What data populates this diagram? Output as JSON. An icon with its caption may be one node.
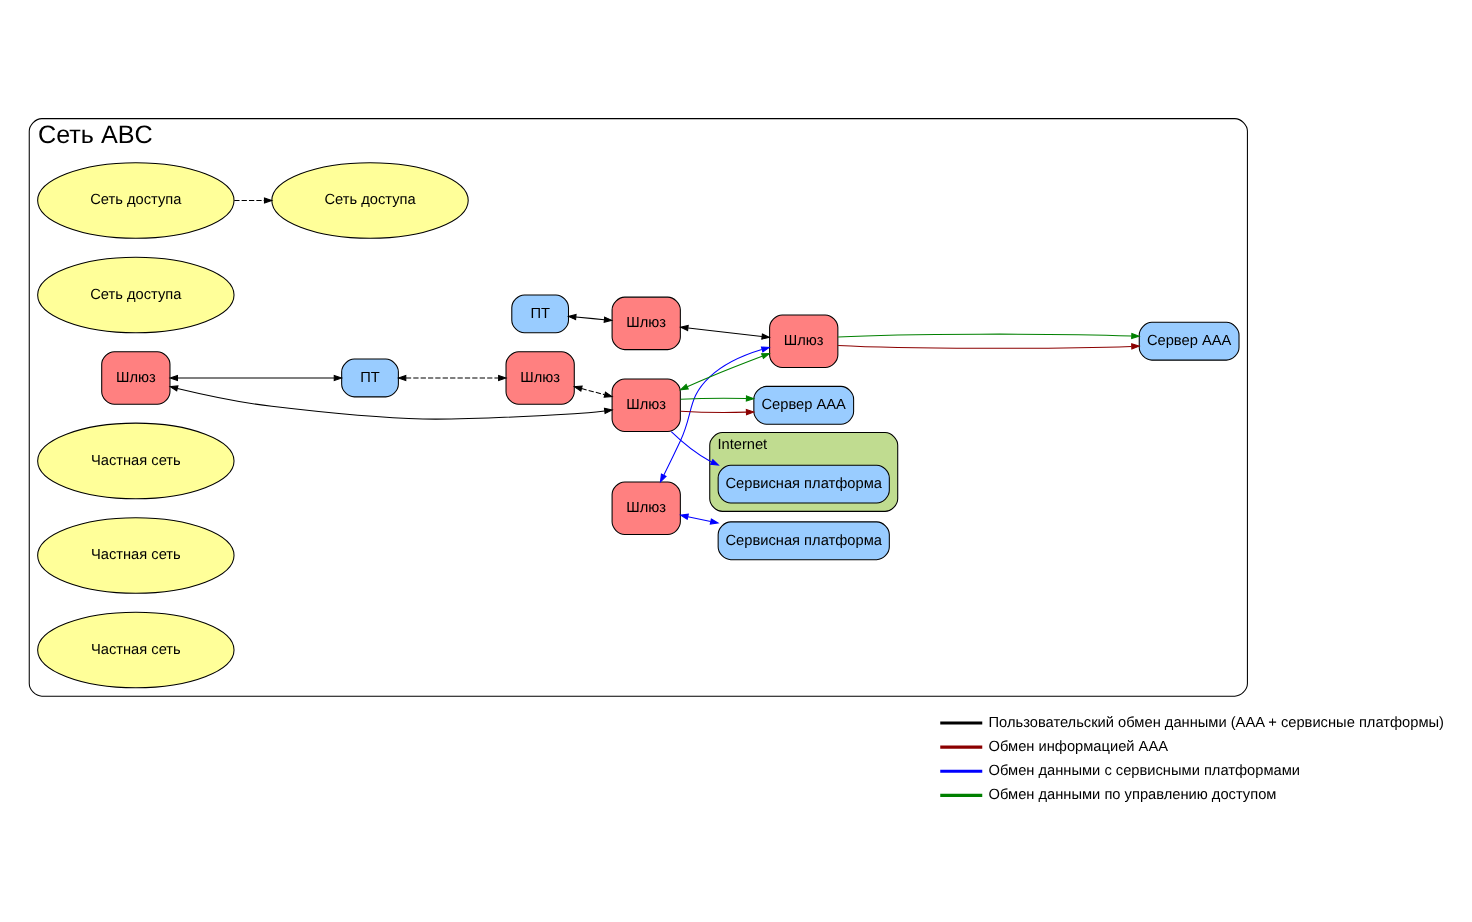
{
  "diagram": {
    "nodes": [
      {
        "text": [
          "Сеть ABC"
        ]
      },
      {
        "text": [
          "Internet"
        ],
        "in": 0
      },
      {
        "text": [
          "Сеть доступа"
        ],
        "in": 0
      },
      {
        "text": [
          "Сеть доступа"
        ],
        "in": 0
      },
      {
        "text": [
          "Сеть доступа"
        ],
        "in": 0
      },
      {
        "text": [
          "ПТ"
        ],
        "in": 0
      },
      {
        "text": [
          "ПТ"
        ],
        "in": 0
      },
      {
        "text": [
          "Шлюз"
        ],
        "in": 0
      },
      {
        "text": [
          "Шлюз"
        ],
        "in": 0
      },
      {
        "text": [
          "Шлюз"
        ],
        "in": 0
      },
      {
        "text": [
          "Сервисная платформа"
        ],
        "in": 1
      },
      {
        "text": [
          "Шлюз"
        ],
        "in": 0
      },
      {
        "text": [
          "Шлюз"
        ],
        "in": 0
      },
      {
        "text": [
          "Шлюз"
        ],
        "in": 0
      },
      {
        "text": [
          "Частная сеть"
        ],
        "in": 0
      },
      {
        "text": [
          "Частная сеть"
        ],
        "in": 0
      },
      {
        "text": [
          "Частная сеть"
        ],
        "in": 0
      },
      {
        "text": [
          "Сервисная платформа"
        ],
        "in": 0
      },
      {
        "text": [
          "Сервер AAA"
        ],
        "in": 0
      },
      {
        "text": [
          "Сервер AAA"
        ],
        "in": 0
      }
    ],
    "edges": [
      {
        "from": 2,
        "to": 3,
        "arrow": "to",
        "style": "dashed"
      },
      {
        "from": 7,
        "to": 5,
        "arrow": "both"
      },
      {
        "from": 7,
        "to": 12,
        "arrow": "both"
      },
      {
        "from": 5,
        "to": 8,
        "arrow": "both",
        "style": "dashed"
      },
      {
        "from": 8,
        "to": 12,
        "arrow": "both",
        "style": "dashed"
      },
      {
        "from": 6,
        "to": 9,
        "arrow": "both"
      },
      {
        "from": 9,
        "to": 13,
        "arrow": "both"
      },
      {
        "from": 12,
        "to": 10,
        "arrow": "to",
        "color": "#0000ff"
      },
      {
        "from": 11,
        "to": 13,
        "arrow": "both",
        "color": "#0000ff"
      },
      {
        "from": 11,
        "to": 17,
        "arrow": "both",
        "color": "#0000ff"
      },
      {
        "from": 12,
        "to": 18,
        "arrow": "to",
        "color": "#8b0000"
      },
      {
        "from": 13,
        "to": 19,
        "arrow": "to",
        "color": "#8b0000"
      },
      {
        "from": 12,
        "to": 18,
        "arrow": "to",
        "color": "#008000"
      },
      {
        "from": 13,
        "to": 19,
        "arrow": "to",
        "color": "#008000"
      },
      {
        "from": 12,
        "to": 13,
        "arrow": "both",
        "color": "#008000"
      }
    ],
    "legend": [
      {
        "text": "Пользовательский обмен данными (AAA + сервисные платформы)",
        "color": "#000000"
      },
      {
        "text": "Обмен информацией AAA",
        "color": "#8b0000"
      },
      {
        "text": "Обмен данными с сервисными платформами",
        "color": "#0000ff"
      },
      {
        "text": "Обмен данными по управлению доступом",
        "color": "#008000"
      }
    ]
  }
}
